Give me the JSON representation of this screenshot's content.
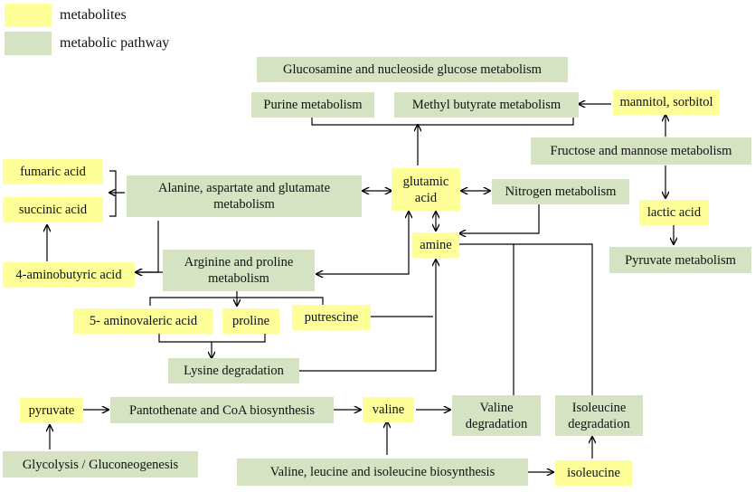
{
  "legend": {
    "metabolites": "metabolites",
    "pathway": "metabolic pathway"
  },
  "colors": {
    "metabolite": "#ffff99",
    "pathway": "#d6e3c3",
    "line": "#000000"
  },
  "pathways": {
    "glucosamine": "Glucosamine and nucleoside glucose metabolism",
    "purine": "Purine metabolism",
    "methyl_butyrate": "Methyl butyrate metabolism",
    "fructose_mannose": "Fructose and mannose metabolism",
    "alanine": "Alanine, aspartate and glutamate metabolism",
    "nitrogen": "Nitrogen metabolism",
    "arginine": "Arginine and proline metabolism",
    "pyruvate_metabolism": "Pyruvate metabolism",
    "lysine": "Lysine degradation",
    "pantothenate": "Pantothenate and CoA biosynthesis",
    "valine_degradation": "Valine degradation",
    "isoleucine_degradation": "Isoleucine degradation",
    "glycolysis": "Glycolysis / Gluconeogenesis",
    "bcaa_biosynthesis": "Valine, leucine and isoleucine  biosynthesis"
  },
  "metabolites": {
    "mannitol": "mannitol, sorbitol",
    "fumaric": "fumaric acid",
    "succinic": "succinic acid",
    "glutamic": "glutamic acid",
    "amine": "amine",
    "lactic": "lactic acid",
    "aminobutyric": "4-aminobutyric acid",
    "aminovaleric": "5- aminovaleric acid",
    "proline": "proline",
    "putrescine": "putrescine",
    "pyruvate": "pyruvate",
    "valine": "valine",
    "isoleucine": "isoleucine"
  }
}
